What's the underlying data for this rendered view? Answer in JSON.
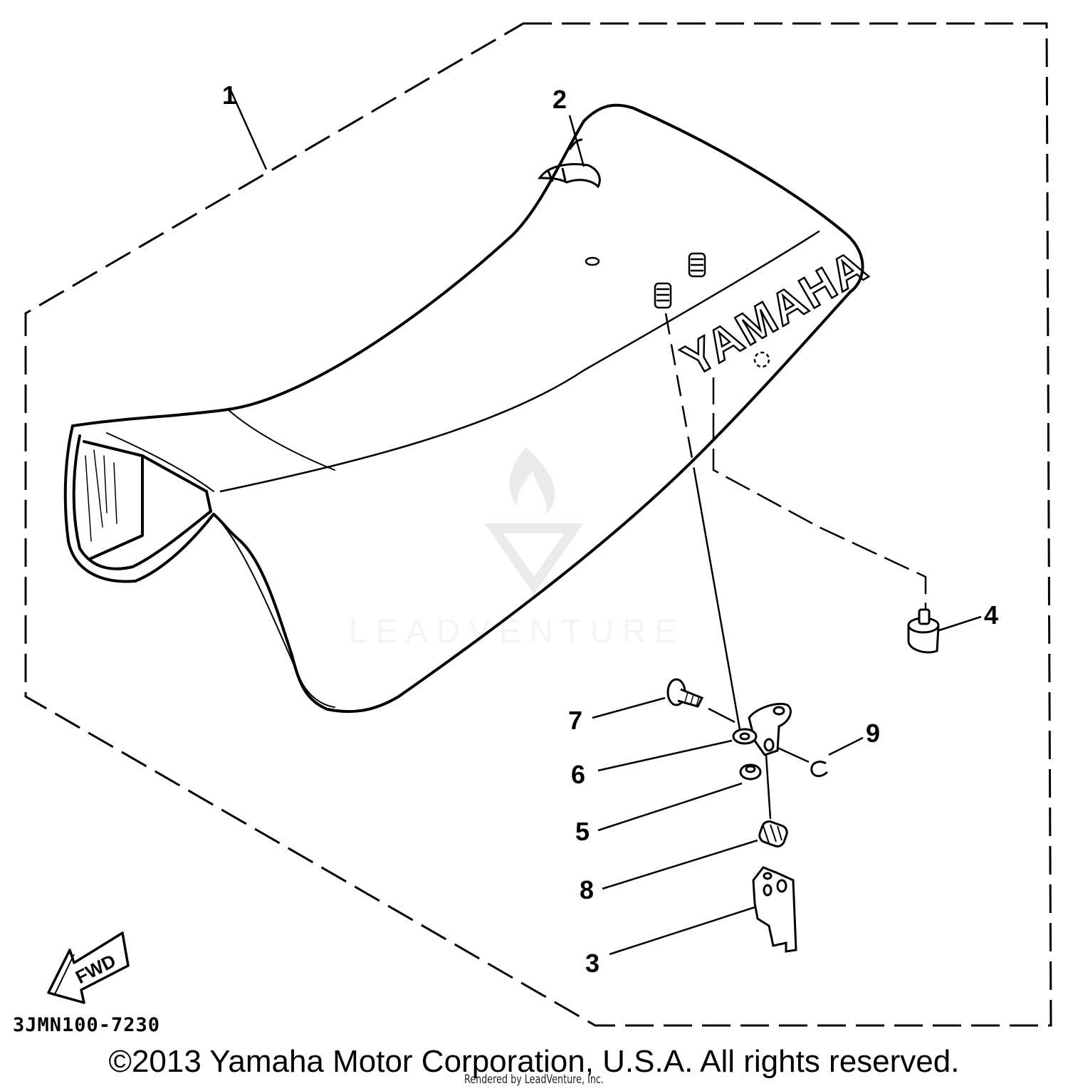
{
  "diagram": {
    "callouts": [
      "1",
      "2",
      "3",
      "4",
      "5",
      "6",
      "7",
      "8",
      "9"
    ],
    "seat_logo_text": "YAMAHA",
    "fwd_label": "FWD",
    "drawing_code": "3JMN100-7230",
    "watermark": "LEADVENTURE"
  },
  "footer": {
    "copyright": "©2013 Yamaha Motor Corporation, U.S.A. All rights reserved.",
    "rendered_by": "Rendered by LeadVenture, Inc."
  }
}
